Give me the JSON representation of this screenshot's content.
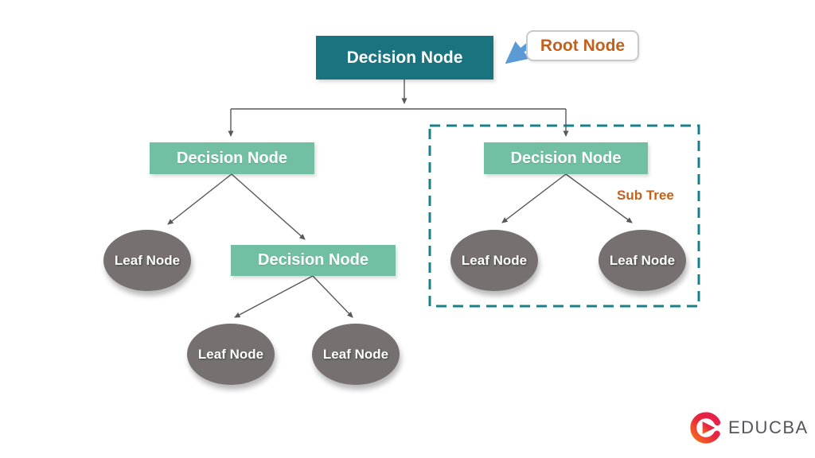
{
  "nodes": {
    "root": {
      "label": "Decision Node"
    },
    "left_decision": {
      "label": "Decision Node"
    },
    "right_decision": {
      "label": "Decision Node"
    },
    "mid_decision": {
      "label": "Decision Node"
    },
    "leaf_left": {
      "label": "Leaf Node"
    },
    "leaf_mid_left": {
      "label": "Leaf Node"
    },
    "leaf_mid_right": {
      "label": "Leaf Node"
    },
    "leaf_sub_left": {
      "label": "Leaf Node"
    },
    "leaf_sub_right": {
      "label": "Leaf Node"
    }
  },
  "annotations": {
    "root_callout": "Root Node",
    "subtree_label": "Sub Tree"
  },
  "branding": {
    "logo_text": "EDUCBA"
  },
  "colors": {
    "root_fill": "#1a7480",
    "decision_fill": "#71c0a3",
    "leaf_fill": "#767170",
    "subtree_border": "#17808a",
    "annotation_orange": "#c0611d",
    "callout_arrow_blue": "#5b9bd5",
    "connector_gray": "#595959",
    "logo_text_gray": "#55565a"
  }
}
